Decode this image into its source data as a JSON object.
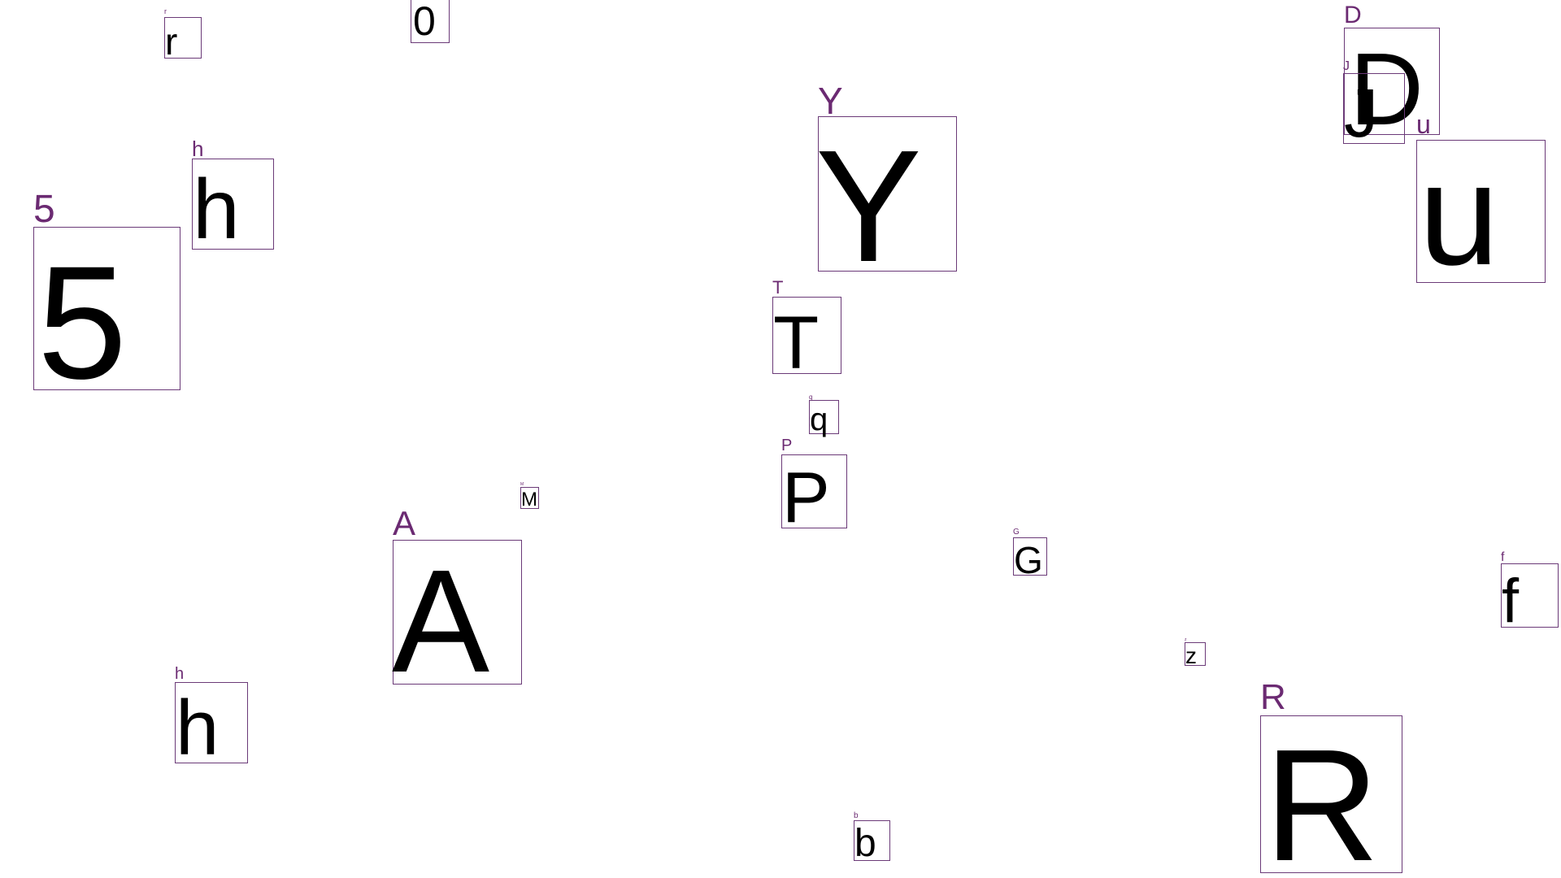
{
  "colors": {
    "background": "#ffffff",
    "box_border": "#6b3a78",
    "label": "#6b2a72",
    "glyph": "#000000"
  },
  "items": [
    {
      "char": "r",
      "label": "r"
    },
    {
      "char": "0",
      "label": ""
    },
    {
      "char": "h",
      "label": "h"
    },
    {
      "char": "5",
      "label": "5"
    },
    {
      "char": "Y",
      "label": "Y"
    },
    {
      "char": "D",
      "label": "D"
    },
    {
      "char": "J",
      "label": "J"
    },
    {
      "char": "u",
      "label": "u"
    },
    {
      "char": "T",
      "label": "T"
    },
    {
      "char": "q",
      "label": "q"
    },
    {
      "char": "P",
      "label": "P"
    },
    {
      "char": "M",
      "label": "M"
    },
    {
      "char": "A",
      "label": "A"
    },
    {
      "char": "G",
      "label": "G"
    },
    {
      "char": "f",
      "label": "f"
    },
    {
      "char": "z",
      "label": "z"
    },
    {
      "char": "h",
      "label": "h"
    },
    {
      "char": "R",
      "label": "R"
    },
    {
      "char": "b",
      "label": "b"
    }
  ]
}
